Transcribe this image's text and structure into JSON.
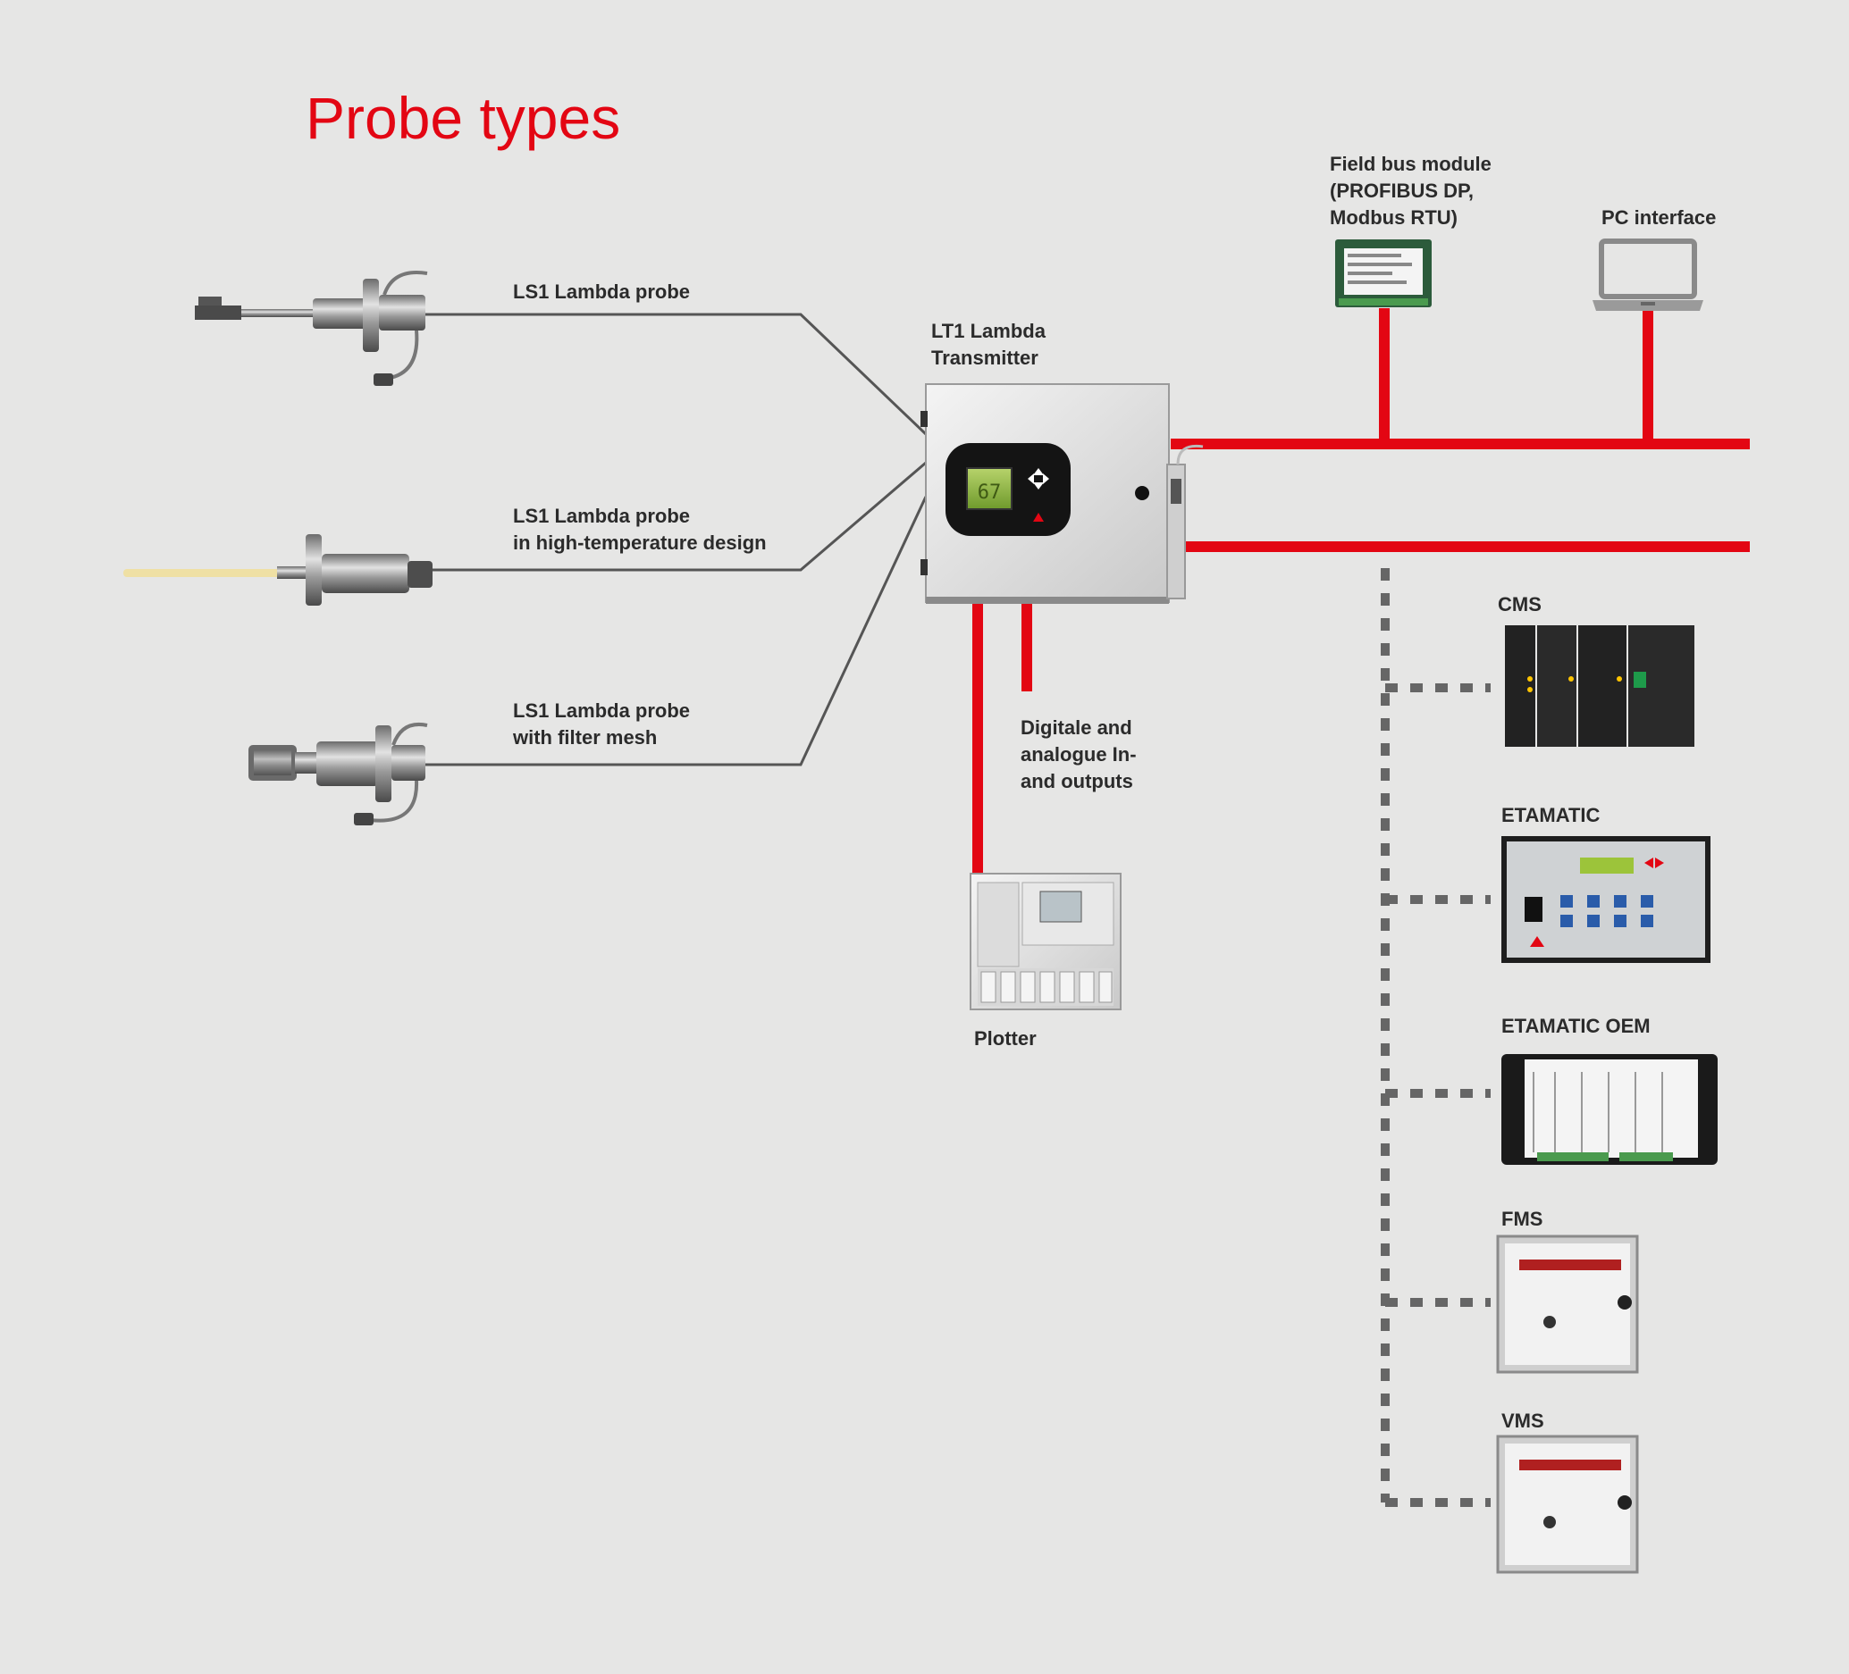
{
  "title": "Probe types",
  "probes": [
    {
      "line1": "LS1 Lambda probe",
      "line2": ""
    },
    {
      "line1": "LS1 Lambda probe",
      "line2": "in high-temperature design"
    },
    {
      "line1": "LS1 Lambda probe",
      "line2": "with filter mesh"
    }
  ],
  "transmitter": {
    "line1": "LT1  Lambda",
    "line2": "Transmitter",
    "display_value": "67"
  },
  "fieldbus": {
    "line1": "Field bus module",
    "line2": "(PROFIBUS DP,",
    "line3": "Modbus RTU)"
  },
  "pc_interface": {
    "label": "PC interface"
  },
  "io": {
    "line1": "Digitale and",
    "line2": "analogue In-",
    "line3": "and outputs"
  },
  "plotter": {
    "label": "Plotter"
  },
  "devices": [
    {
      "label": "CMS"
    },
    {
      "label": "ETAMATIC"
    },
    {
      "label": "ETAMATIC OEM"
    },
    {
      "label": "FMS"
    },
    {
      "label": "VMS"
    }
  ],
  "colors": {
    "accent": "#e30613",
    "line": "#555555",
    "dashed": "#666666",
    "background": "#e6e6e5"
  }
}
